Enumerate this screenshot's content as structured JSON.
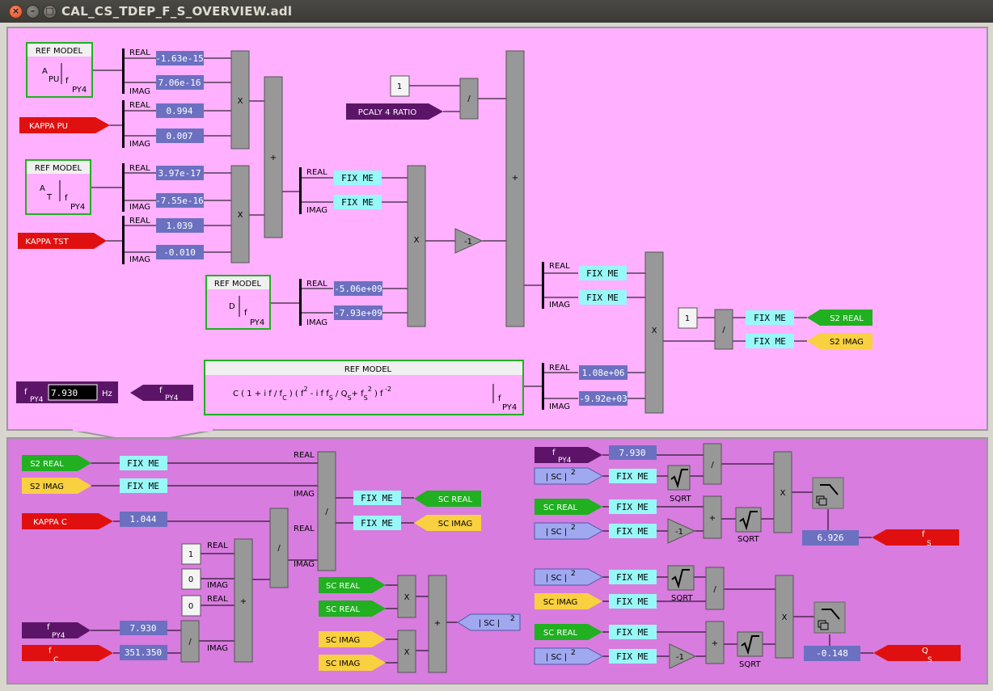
{
  "window": {
    "title": "CAL_CS_TDEP_F_S_OVERVIEW.adl"
  },
  "colors": {
    "upper_panel": "#ffb0ff",
    "lower_panel": "#d87ce0",
    "fix_me": "#98f8f8",
    "value_box": "#6c70c0",
    "red": "#e01010",
    "green": "#20b020",
    "yellow": "#f8d040",
    "purple": "#5c1468",
    "lavender": "#a0a8f0",
    "gray_block": "#989898"
  },
  "labels": {
    "real": "REAL",
    "imag": "IMAG",
    "fix_me": "FIX ME",
    "ref_model": "REF MODEL",
    "x": "X",
    "plus": "+",
    "div": "/",
    "neg1": "-1",
    "sqrt": "SQRT",
    "one": "1",
    "zero": "0",
    "hz": "Hz"
  },
  "upper": {
    "refmodel_apu": {
      "title": "REF MODEL",
      "sym_a": "A",
      "sym_sub": "PU",
      "f": "f",
      "fsub": "PY4"
    },
    "refmodel_at": {
      "title": "REF MODEL",
      "sym_a": "A",
      "sym_sub": "T",
      "f": "f",
      "fsub": "PY4"
    },
    "refmodel_d": {
      "title": "REF MODEL",
      "sym_a": "D",
      "f": "f",
      "fsub": "PY4"
    },
    "refmodel_c": {
      "title": "REF MODEL",
      "f": "f",
      "fsub": "PY4"
    },
    "apu_real": "-1.63e-15",
    "apu_imag": "7.06e-16",
    "kappa_pu_label": "KAPPA PU",
    "kappa_pu_real": "0.994",
    "kappa_pu_imag": "0.007",
    "at_real": "3.97e-17",
    "at_imag": "-7.55e-16",
    "kappa_tst_label": "KAPPA TST",
    "kappa_tst_real": "1.039",
    "kappa_tst_imag": "-0.010",
    "d_real": "-5.06e+09",
    "d_imag": "-7.93e+09",
    "c_real": "1.08e+06",
    "c_imag": "-9.92e+03",
    "pcaly_label": "PCALY 4 RATIO",
    "s2_real_label": "S2 REAL",
    "s2_imag_label": "S2 IMAG",
    "f_py4_value": "7.930",
    "f_label": "f",
    "f_sub": "PY4"
  },
  "lower": {
    "s2_real_label": "S2 REAL",
    "s2_imag_label": "S2 IMAG",
    "kappa_c_label": "KAPPA C",
    "kappa_c_value": "1.044",
    "sc_real_label": "SC REAL",
    "sc_imag_label": "SC IMAG",
    "f_py4_value": "7.930",
    "f_c_value": "351.350",
    "f_label": "f",
    "f_py4_sub": "PY4",
    "f_c_sub": "C",
    "abs_sc2": "| SC |",
    "sq": "2",
    "fs_value": "6.926",
    "fs_label": "f",
    "fs_sub": "S",
    "qs_value": "-0.148",
    "qs_label": "Q",
    "qs_sub": "S"
  }
}
